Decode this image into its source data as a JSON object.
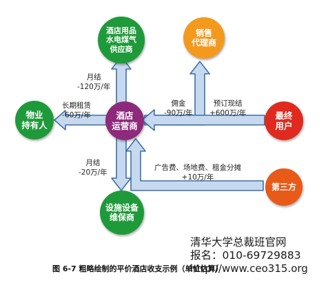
{
  "colors": {
    "arrow_fill": "#c6d9ef",
    "arrow_stroke": "#3f6fa6",
    "hotel": "#8e2a7b",
    "suppliers": "#1f9a3a",
    "sales_agent": "#f39a1e",
    "property_owner": "#1f9a3a",
    "end_user": "#e02a1f",
    "third_party": "#e85a18",
    "facility": "#1f9a3a"
  },
  "nodes": {
    "hotel": {
      "line1": "酒店",
      "line2": "运营商"
    },
    "suppliers": {
      "line1": "酒店用品",
      "line2": "水电煤气",
      "line3": "供应商"
    },
    "sales_agent": {
      "line1": "销售",
      "line2": "代理商"
    },
    "property_owner": {
      "line1": "物业",
      "line2": "持有人"
    },
    "end_user": {
      "line1": "最终",
      "line2": "用户"
    },
    "third_party": {
      "label": "第三方"
    },
    "facility": {
      "line1": "设施设备",
      "line2": "维保商"
    }
  },
  "flows": {
    "suppliers": "月结\n-120万/年",
    "property_owner": "长期租赁\n-60万/年",
    "commission": "佣金\n-90万/年",
    "end_user": "预订现结\n+600万/年",
    "facility": "月结\n-20万/年",
    "third_party": "广告费、场地费、租金分摊\n+10万/年"
  },
  "caption": "图 6-7  粗略绘制的平价酒店收支示例（单位估算）",
  "watermark": {
    "line1": "清华大学总裁班官网",
    "line2": "报名：010-69729883",
    "line3": "http://www.ceo315.org"
  }
}
